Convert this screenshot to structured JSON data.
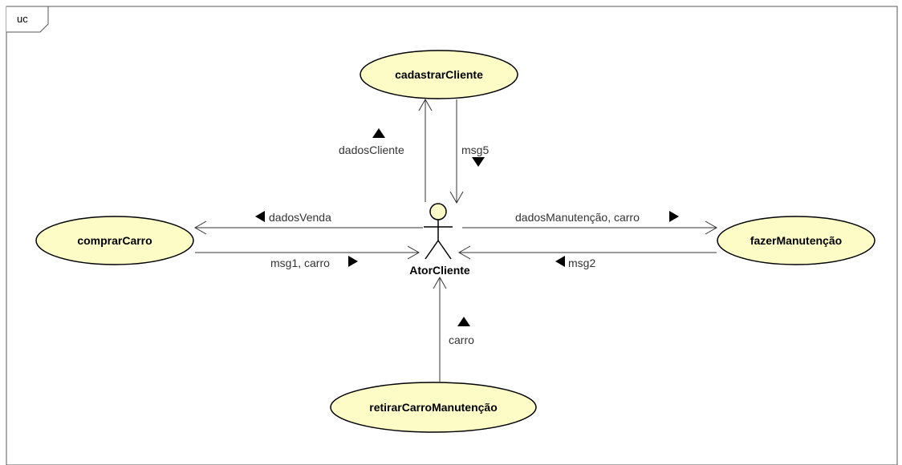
{
  "frame": {
    "label": "uc"
  },
  "actor": {
    "name": "AtorCliente"
  },
  "use_cases": {
    "cadastrar": "cadastrarCliente",
    "comprar": "comprarCarro",
    "fazer": "fazerManutenção",
    "retirar": "retirarCarroManutenção"
  },
  "messages": {
    "dados_cliente": "dadosCliente",
    "msg5": "msg5",
    "dados_venda": "dadosVenda",
    "msg1_carro": "msg1, carro",
    "dados_manutencao": "dadosManutenção, carro",
    "msg2": "msg2",
    "carro": "carro"
  },
  "colors": {
    "usecase_fill": "#fdfbc6",
    "line": "#333333"
  }
}
